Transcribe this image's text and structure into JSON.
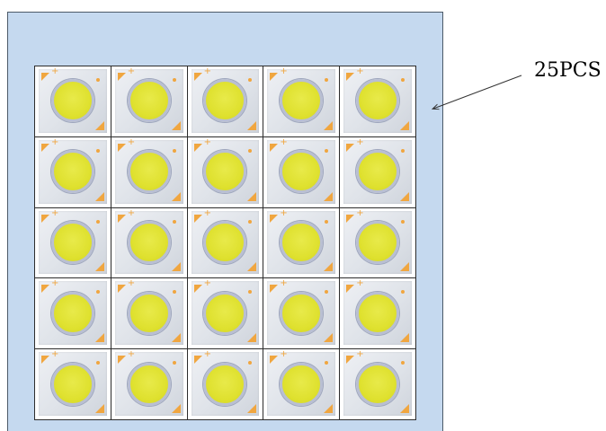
{
  "callout": {
    "label": "25PCS"
  },
  "tray": {
    "rows": 5,
    "columns": 5,
    "items": [
      {
        "type": "cob-led-chip"
      },
      {
        "type": "cob-led-chip"
      },
      {
        "type": "cob-led-chip"
      },
      {
        "type": "cob-led-chip"
      },
      {
        "type": "cob-led-chip"
      },
      {
        "type": "cob-led-chip"
      },
      {
        "type": "cob-led-chip"
      },
      {
        "type": "cob-led-chip"
      },
      {
        "type": "cob-led-chip"
      },
      {
        "type": "cob-led-chip"
      },
      {
        "type": "cob-led-chip"
      },
      {
        "type": "cob-led-chip"
      },
      {
        "type": "cob-led-chip"
      },
      {
        "type": "cob-led-chip"
      },
      {
        "type": "cob-led-chip"
      },
      {
        "type": "cob-led-chip"
      },
      {
        "type": "cob-led-chip"
      },
      {
        "type": "cob-led-chip"
      },
      {
        "type": "cob-led-chip"
      },
      {
        "type": "cob-led-chip"
      },
      {
        "type": "cob-led-chip"
      },
      {
        "type": "cob-led-chip"
      },
      {
        "type": "cob-led-chip"
      },
      {
        "type": "cob-led-chip"
      },
      {
        "type": "cob-led-chip"
      }
    ],
    "plus_sign": "+"
  },
  "colors": {
    "tray_fill": "#c5d9ef",
    "led_emitter": "#dfe12f",
    "polarity_mark": "#f0a640"
  }
}
